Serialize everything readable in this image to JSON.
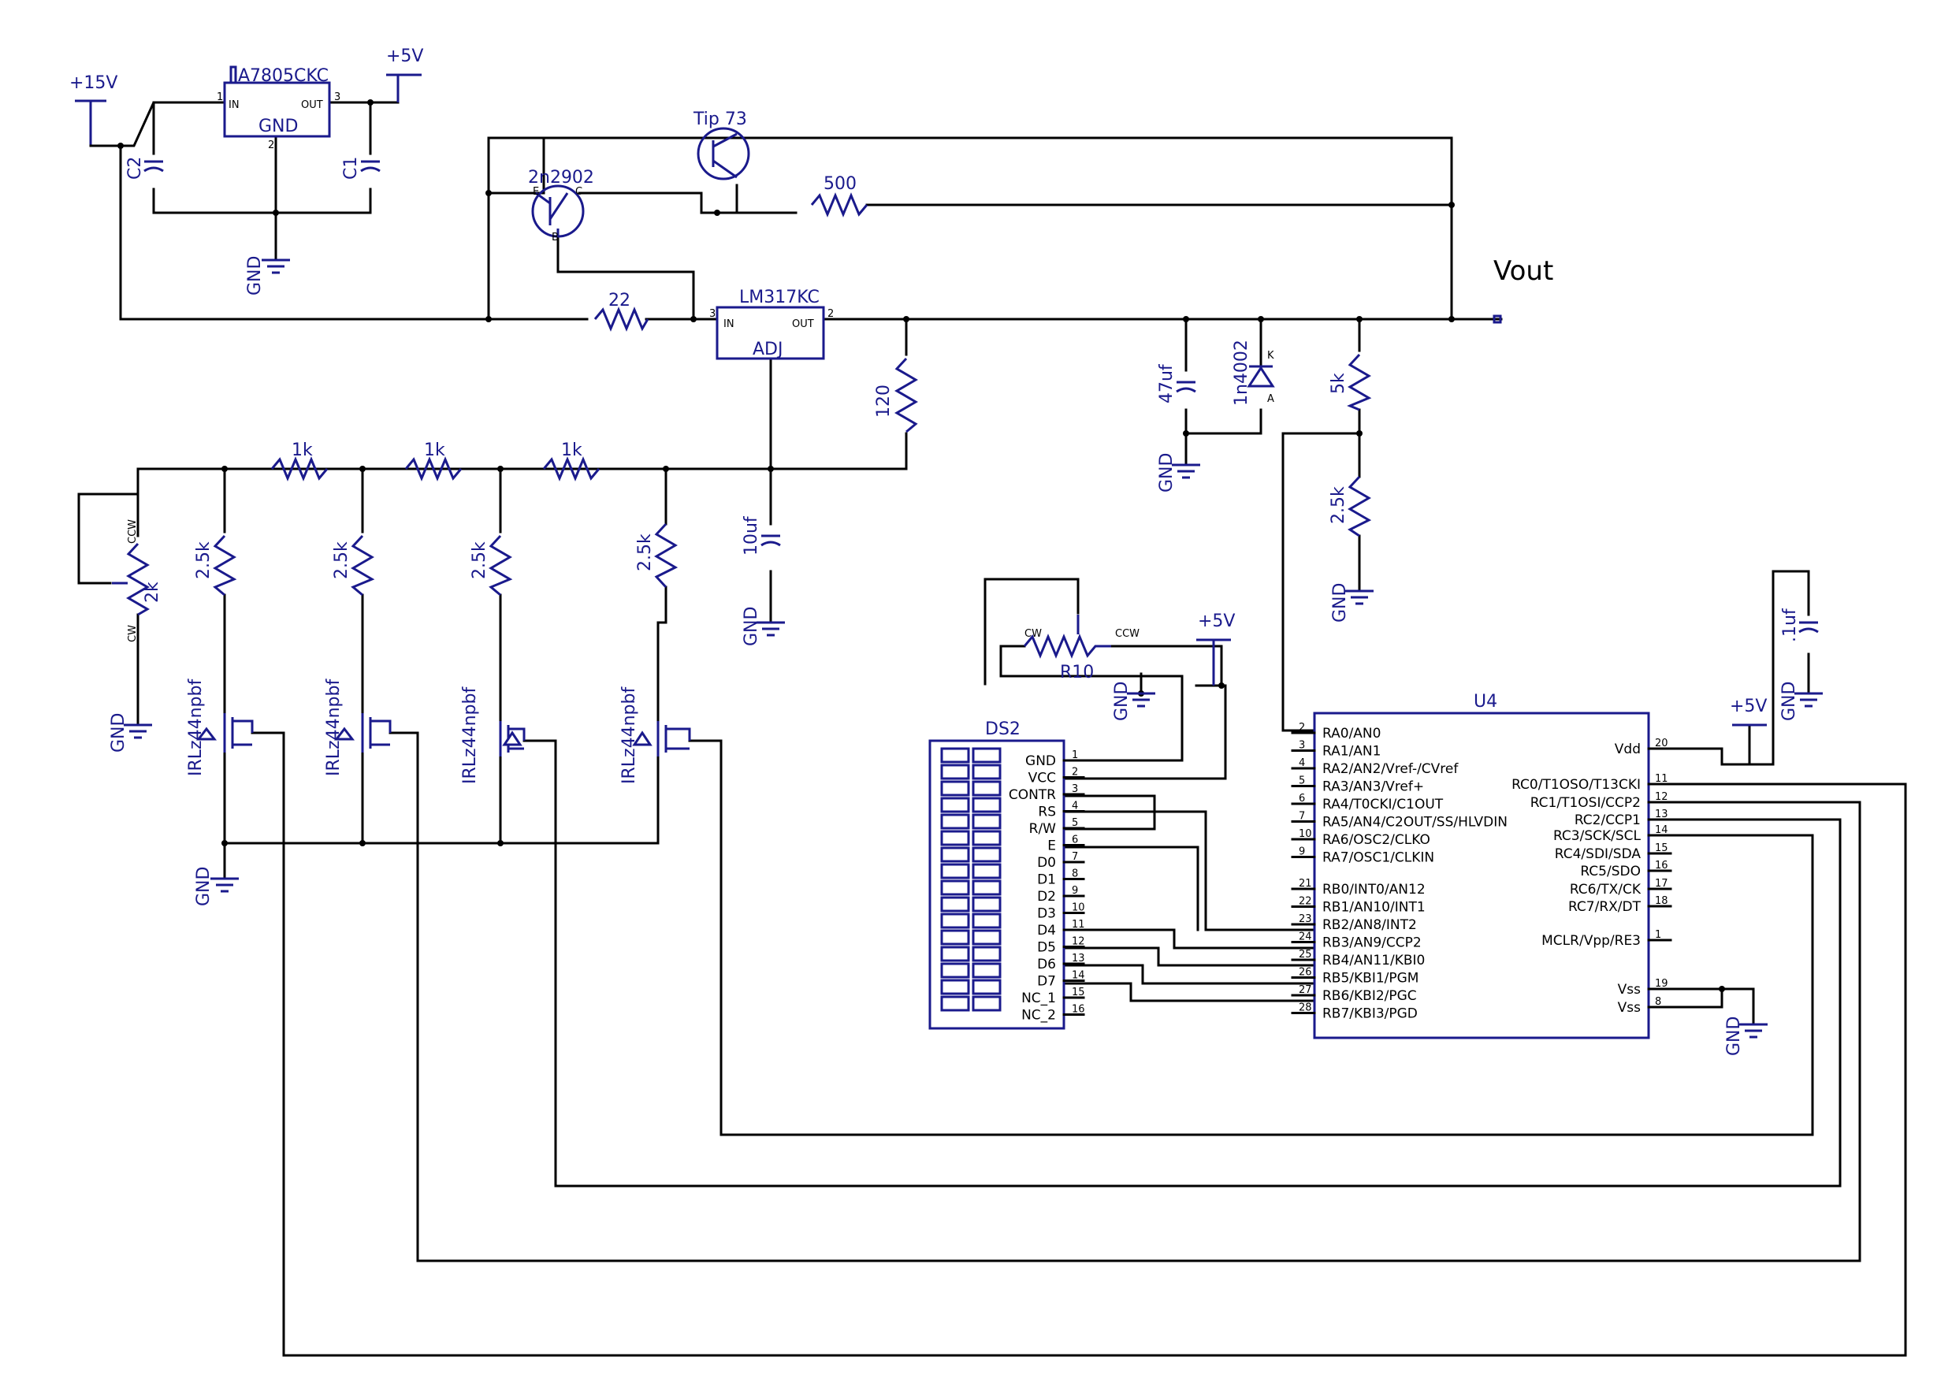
{
  "title": "Vout",
  "colors": {
    "wire": "#000000",
    "component": "#1a1a8c",
    "background": "#ffffff"
  },
  "supplies": {
    "p15": "+15V",
    "p5": "+5V",
    "gnd": "GND"
  },
  "regulator_5v": {
    "name": "A7805CKC",
    "in": "IN",
    "out": "OUT",
    "gnd": "GND",
    "pin_in": "1",
    "pin_out": "3",
    "pin_gnd": "2"
  },
  "lm317": {
    "name": "LM317KC",
    "in": "IN",
    "out": "OUT",
    "adj": "ADJ",
    "pin_in": "3",
    "pin_out": "2"
  },
  "transistors": {
    "pnp": "2n2902",
    "darlington": "Tip 73",
    "pnp_e": "E",
    "pnp_c": "C",
    "pnp_b": "B"
  },
  "resistors": {
    "r22": "22",
    "r500": "500",
    "r120": "120",
    "r1k": "1k",
    "r2k5": "2.5k",
    "r5k": "5k",
    "pot2k": "2k",
    "pot_name": "R10"
  },
  "capacitors": {
    "c1": "C1",
    "c2": "C2",
    "c47": "47uf",
    "c10": "10uf",
    "c1u": ".1uf"
  },
  "diode": {
    "name": "1n4002",
    "a": "A",
    "k": "K"
  },
  "pot_pins": {
    "ccw": "CCW",
    "cw": "CW"
  },
  "mosfet": "IRLz44npbf",
  "pin_numbers": [
    "1",
    "2",
    "3"
  ],
  "lcd": {
    "name": "DS2",
    "pins": [
      {
        "label": "GND",
        "num": "1"
      },
      {
        "label": "VCC",
        "num": "2"
      },
      {
        "label": "CONTR",
        "num": "3"
      },
      {
        "label": "RS",
        "num": "4"
      },
      {
        "label": "R/W",
        "num": "5"
      },
      {
        "label": "E",
        "num": "6"
      },
      {
        "label": "D0",
        "num": "7"
      },
      {
        "label": "D1",
        "num": "8"
      },
      {
        "label": "D2",
        "num": "9"
      },
      {
        "label": "D3",
        "num": "10"
      },
      {
        "label": "D4",
        "num": "11"
      },
      {
        "label": "D5",
        "num": "12"
      },
      {
        "label": "D6",
        "num": "13"
      },
      {
        "label": "D7",
        "num": "14"
      },
      {
        "label": "NC_1",
        "num": "15"
      },
      {
        "label": "NC_2",
        "num": "16"
      }
    ]
  },
  "mcu": {
    "name": "U4",
    "left_pins": [
      {
        "label": "RA0/AN0",
        "num": "2"
      },
      {
        "label": "RA1/AN1",
        "num": "3"
      },
      {
        "label": "RA2/AN2/Vref-/CVref",
        "num": "4"
      },
      {
        "label": "RA3/AN3/Vref+",
        "num": "5"
      },
      {
        "label": "RA4/T0CKI/C1OUT",
        "num": "6"
      },
      {
        "label": "RA5/AN4/C2OUT/SS/HLVDIN",
        "num": "7"
      },
      {
        "label": "RA6/OSC2/CLKO",
        "num": "10"
      },
      {
        "label": "RA7/OSC1/CLKIN",
        "num": "9"
      },
      {
        "label": "RB0/INT0/AN12",
        "num": "21"
      },
      {
        "label": "RB1/AN10/INT1",
        "num": "22"
      },
      {
        "label": "RB2/AN8/INT2",
        "num": "23"
      },
      {
        "label": "RB3/AN9/CCP2",
        "num": "24"
      },
      {
        "label": "RB4/AN11/KBI0",
        "num": "25"
      },
      {
        "label": "RB5/KBI1/PGM",
        "num": "26"
      },
      {
        "label": "RB6/KBI2/PGC",
        "num": "27"
      },
      {
        "label": "RB7/KBI3/PGD",
        "num": "28"
      }
    ],
    "right_pins": [
      {
        "label": "Vdd",
        "num": "20"
      },
      {
        "label": "RC0/T1OSO/T13CKI",
        "num": "11"
      },
      {
        "label": "RC1/T1OSI/CCP2",
        "num": "12"
      },
      {
        "label": "RC2/CCP1",
        "num": "13"
      },
      {
        "label": "RC3/SCK/SCL",
        "num": "14"
      },
      {
        "label": "RC4/SDI/SDA",
        "num": "15"
      },
      {
        "label": "RC5/SDO",
        "num": "16"
      },
      {
        "label": "RC6/TX/CK",
        "num": "17"
      },
      {
        "label": "RC7/RX/DT",
        "num": "18"
      },
      {
        "label": "MCLR/Vpp/RE3",
        "num": "1"
      },
      {
        "label": "Vss",
        "num": "19"
      },
      {
        "label": "Vss",
        "num": "8"
      }
    ]
  }
}
